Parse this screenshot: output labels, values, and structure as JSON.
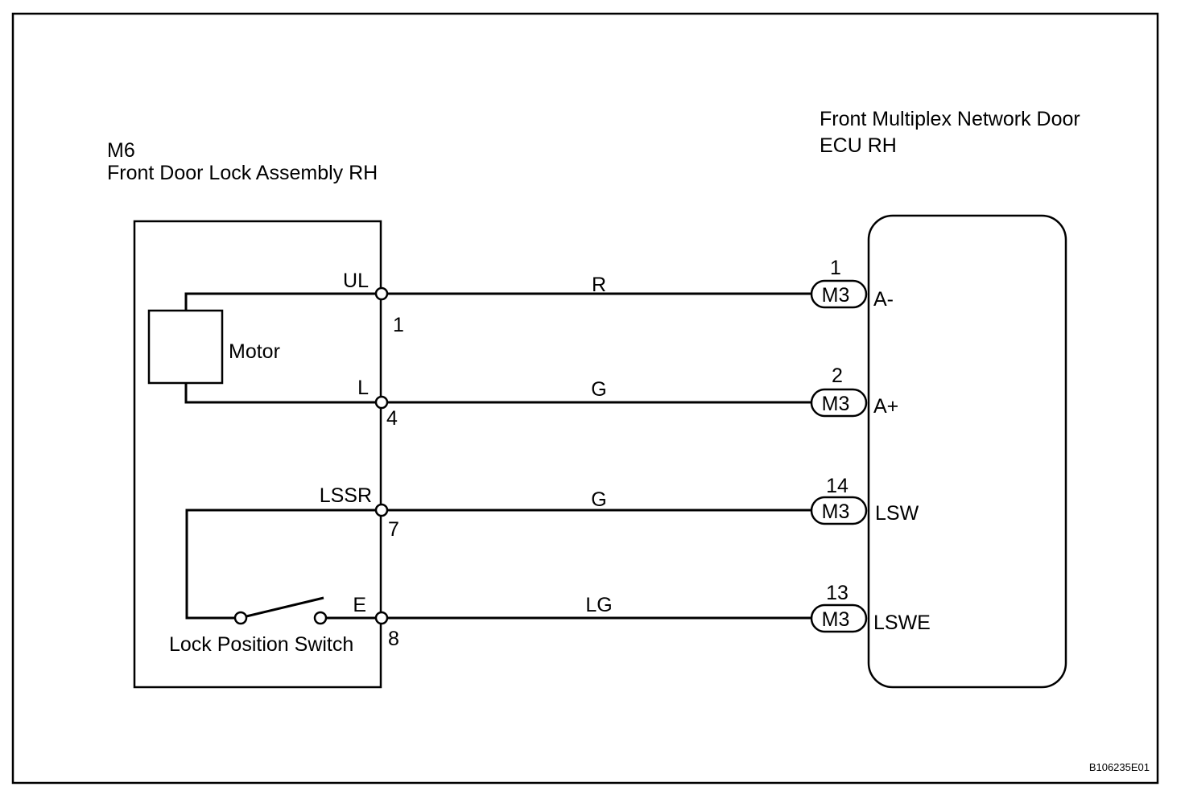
{
  "figure_id": "B106235E01",
  "lock_assembly": {
    "connector": "M6",
    "name": "Front Door Lock Assembly RH",
    "motor_label": "Motor",
    "switch_label": "Lock Position Switch",
    "pins": [
      {
        "name": "UL",
        "number": "1"
      },
      {
        "name": "L",
        "number": "4"
      },
      {
        "name": "LSSR",
        "number": "7"
      },
      {
        "name": "E",
        "number": "8"
      }
    ]
  },
  "ecu": {
    "name_line1": "Front Multiplex Network Door",
    "name_line2": "ECU RH",
    "connectors": [
      {
        "connector": "M3",
        "pin": "1",
        "terminal": "A-"
      },
      {
        "connector": "M3",
        "pin": "2",
        "terminal": "A+"
      },
      {
        "connector": "M3",
        "pin": "14",
        "terminal": "LSW"
      },
      {
        "connector": "M3",
        "pin": "13",
        "terminal": "LSWE"
      }
    ]
  },
  "wires": [
    {
      "color_code": "R"
    },
    {
      "color_code": "G"
    },
    {
      "color_code": "G"
    },
    {
      "color_code": "LG"
    }
  ]
}
